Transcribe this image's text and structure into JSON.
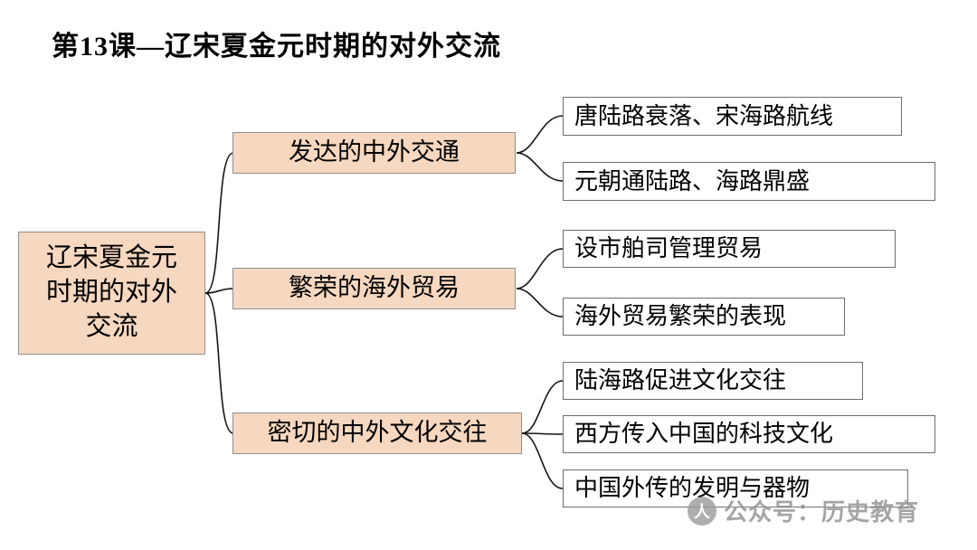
{
  "title": "第13课—辽宋夏金元时期的对外交流",
  "root": {
    "label": "辽宋夏金元\n时期的对外\n交流"
  },
  "branches": [
    {
      "label": "发达的中外交通",
      "children": [
        "唐陆路衰落、宋海路航线",
        "元朝通陆路、海路鼎盛"
      ]
    },
    {
      "label": "繁荣的海外贸易",
      "children": [
        "设市舶司管理贸易",
        "海外贸易繁荣的表现"
      ]
    },
    {
      "label": "密切的中外文化交往",
      "children": [
        "陆海路促进文化交往",
        "西方传入中国的科技文化",
        "中国外传的发明与器物"
      ]
    }
  ],
  "watermark": {
    "icon_glyph": "人",
    "text": "公众号：历史教育"
  },
  "colors": {
    "node_fill": "#f6d7bf",
    "node_border": "#8f8f8f",
    "leaf_border": "#6e6e6e",
    "line": "#151515"
  }
}
